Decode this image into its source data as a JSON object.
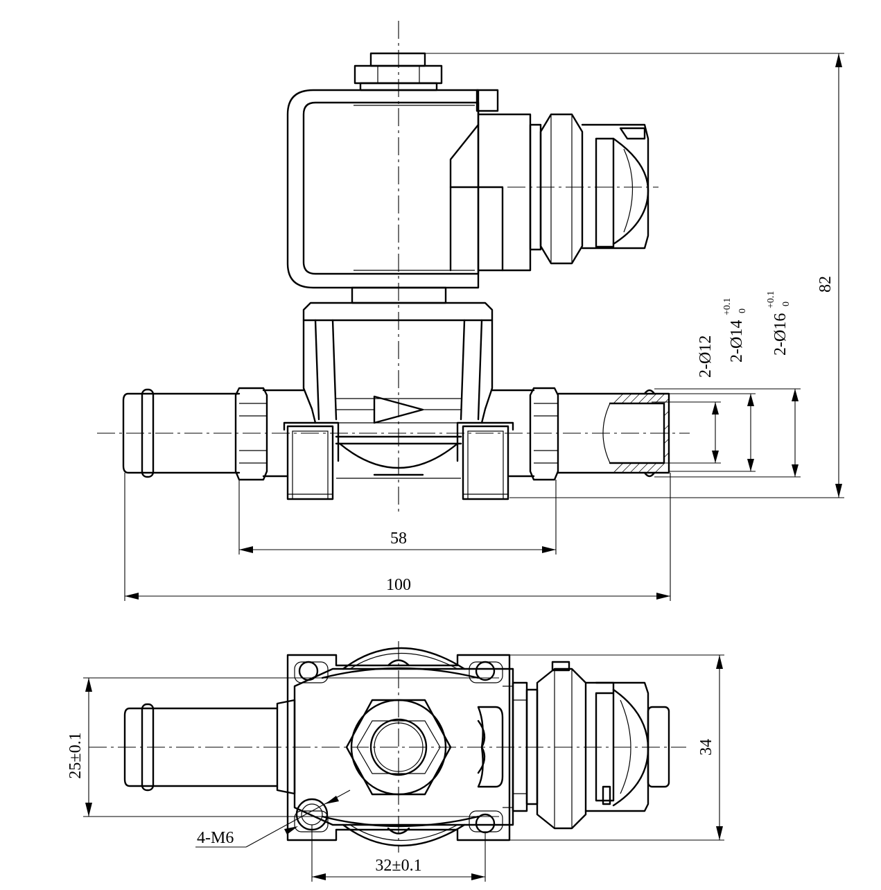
{
  "drawing": {
    "dimensions": {
      "height_overall": "82",
      "length_inner": "58",
      "length_overall": "100",
      "bore_a": "2-Ø12",
      "bore_b_base": "2-Ø14",
      "bore_b_tol_upper": "+0.1",
      "bore_b_tol_lower": "0",
      "bore_c_base": "2-Ø16",
      "bore_c_tol_upper": "+0.1",
      "bore_c_tol_lower": "0",
      "hole_vertical_spacing": "25±0.1",
      "body_height": "34",
      "mount_thread": "4-M6",
      "hole_horizontal_spacing": "32±0.1"
    }
  }
}
